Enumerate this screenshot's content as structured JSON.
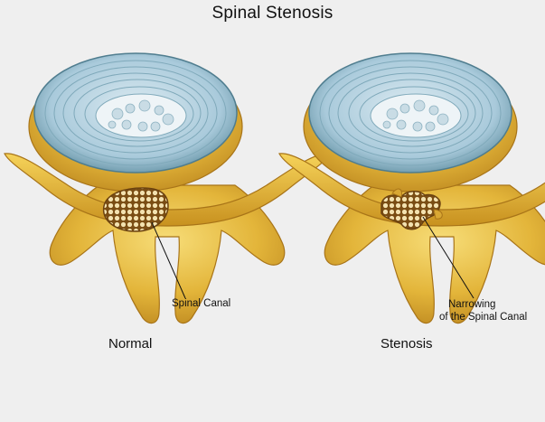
{
  "title": "Spinal Stenosis",
  "panels": [
    {
      "caption": "Normal",
      "annotation_lines": [
        "Spinal Canal"
      ]
    },
    {
      "caption": "Stenosis",
      "annotation_lines": [
        "Narrowing",
        "of the Spinal Canal"
      ]
    }
  ],
  "colors": {
    "background": "#efefef",
    "disc_outer": "#5f8ea0",
    "disc_ring": "#b8d6e3",
    "nucleus": "#f3f7f9",
    "bone_light": "#f0c94a",
    "bone_mid": "#dca72d",
    "bone_dark": "#b8821c",
    "canal_fill": "#8a5a1a",
    "cord_dots": "#f3e2b0"
  }
}
